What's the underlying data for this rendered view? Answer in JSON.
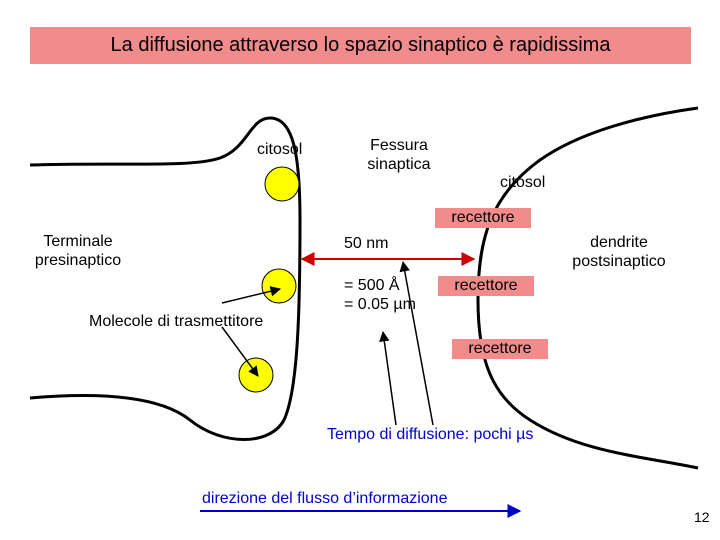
{
  "title": "La diffusione attraverso lo spazio sinaptico è rapidissima",
  "labels": {
    "citosol_left": "citosol",
    "fessura_line1": "Fessura",
    "fessura_line2": "sinaptica",
    "citosol_right": "citosol",
    "terminale_line1": "Terminale",
    "terminale_line2": "presinaptico",
    "distance_nm": "50 nm",
    "distance_angstrom": "= 500 Å",
    "distance_um": "= 0.05 µm",
    "dendrite_line1": "dendrite",
    "dendrite_line2": "postsinaptico",
    "molecole": "Molecole di trasmettitore",
    "recettore_1": "recettore",
    "recettore_2": "recettore",
    "recettore_3": "recettore",
    "diffusion_time": "Tempo di diffusione: pochi µs",
    "flow_direction": "direzione del flusso d’informazione"
  },
  "page_number": "12",
  "colors": {
    "title_bg": "#f28b8b",
    "receptor_bg": "#f28b8b",
    "molecule_fill": "#ffff00",
    "distance_arrow": "#cc0000",
    "blue_text": "#0000cc"
  }
}
